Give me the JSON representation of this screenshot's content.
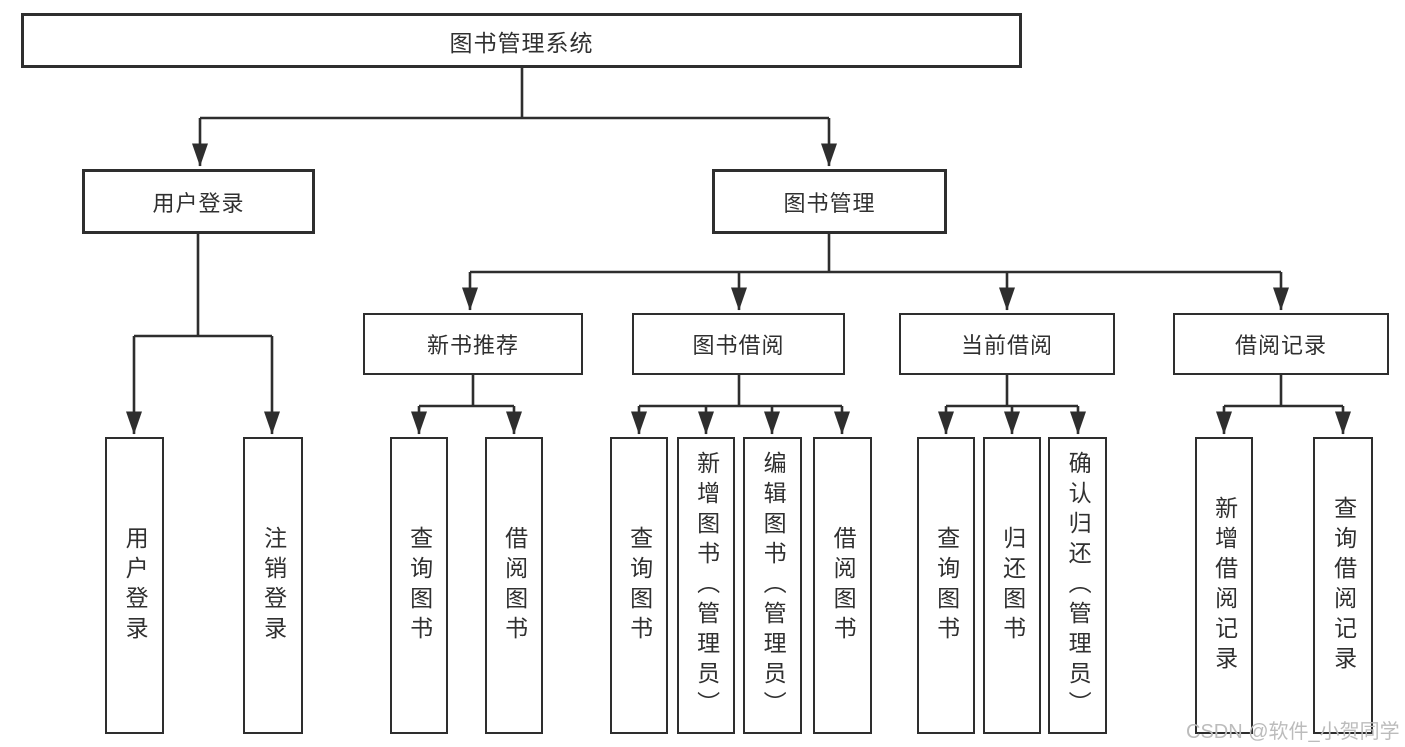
{
  "diagram": {
    "tree": {
      "label": "图书管理系统",
      "children": [
        {
          "label": "用户登录",
          "children": [
            {
              "label": "用户登录"
            },
            {
              "label": "注销登录"
            }
          ]
        },
        {
          "label": "图书管理",
          "children": [
            {
              "label": "新书推荐",
              "children": [
                {
                  "label": "查询图书"
                },
                {
                  "label": "借阅图书"
                }
              ]
            },
            {
              "label": "图书借阅",
              "children": [
                {
                  "label": "查询图书"
                },
                {
                  "label": "新增图书（管理员）"
                },
                {
                  "label": "编辑图书（管理员）"
                },
                {
                  "label": "借阅图书"
                }
              ]
            },
            {
              "label": "当前借阅",
              "children": [
                {
                  "label": "查询图书"
                },
                {
                  "label": "归还图书"
                },
                {
                  "label": "确认归还（管理员）"
                }
              ]
            },
            {
              "label": "借阅记录",
              "children": [
                {
                  "label": "新增借阅记录"
                },
                {
                  "label": "查询借阅记录"
                }
              ]
            }
          ]
        }
      ]
    }
  },
  "watermark": {
    "text": "CSDN @软件_小贺同学"
  },
  "colors": {
    "line": "#2e2e2e",
    "box_border": "#2e2e2e",
    "text": "#303030",
    "watermark": "#bcbcbc",
    "background": "#ffffff"
  }
}
